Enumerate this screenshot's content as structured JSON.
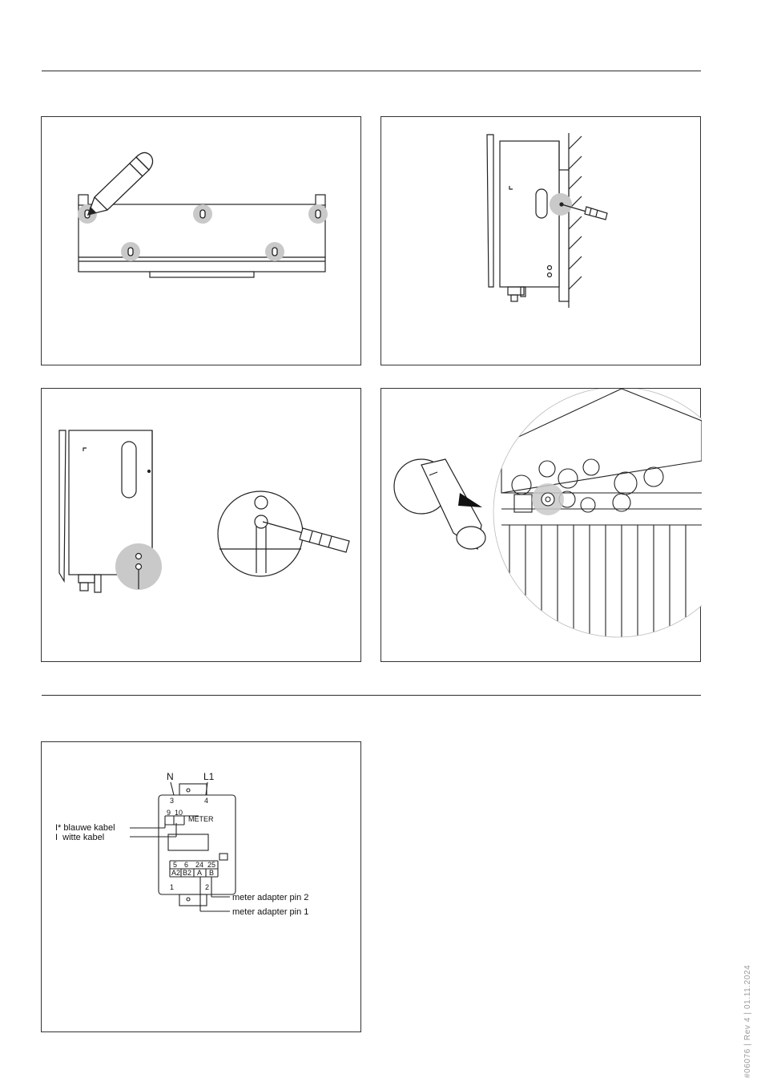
{
  "meter_diagram": {
    "terminal_N": "N",
    "terminal_L1": "L1",
    "num_3": "3",
    "num_4": "4",
    "num_9": "9",
    "num_10": "10",
    "label_meter": "METER",
    "num_5": "5",
    "num_6": "6",
    "num_24": "24",
    "num_25": "25",
    "code_A2": "A2",
    "code_B2": "B2",
    "code_A": "A",
    "code_B": "B",
    "num_1": "1",
    "num_2": "2",
    "callout_blue": "I* blauwe kabel",
    "callout_white": "I  witte kabel",
    "callout_pin2": "meter adapter pin 2",
    "callout_pin1": "meter adapter pin 1"
  },
  "footer": {
    "doc_code": "#06076 | Rev 4 | 01.11.2024"
  }
}
